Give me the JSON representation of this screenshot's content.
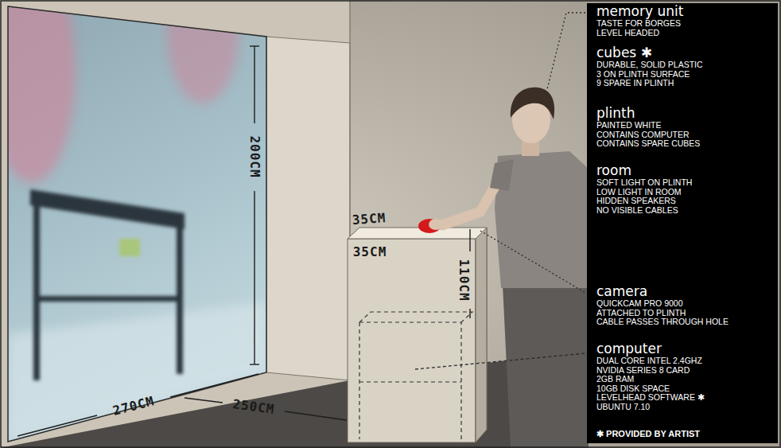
{
  "diagram": {
    "nodes": [
      {
        "text": [
          "✱ PROVIDED BY ARTIST"
        ]
      },
      {
        "text": [
          "memory unit",
          "TASTE FOR BORGES",
          "LEVEL HEADED"
        ],
        "in": 0
      },
      {
        "text": [
          "cubes ✱",
          "DURABLE, SOLID PLASTIC",
          "3 ON PLINTH SURFACE",
          "9 SPARE IN PLINTH"
        ],
        "in": 0
      },
      {
        "text": [
          "plinth",
          "PAINTED WHITE",
          "CONTAINS COMPUTER",
          "CONTAINS SPARE CUBES"
        ],
        "in": 0
      },
      {
        "text": [
          "room",
          "SOFT LIGHT ON PLINTH",
          "LOW LIGHT IN ROOM",
          "HIDDEN SPEAKERS",
          "NO VISIBLE CABLES"
        ],
        "in": 0
      },
      {
        "text": [
          "camera",
          "QUICKCAM PRO 9000",
          "ATTACHED TO PLINTH",
          "CABLE PASSES THROUGH HOLE"
        ],
        "in": 0
      },
      {
        "text": [
          "computer",
          "DUAL CORE INTEL 2.4GHZ",
          "NVIDIA SERIES 8 CARD",
          "2GB RAM",
          "10GB DISK SPACE",
          "LEVELHEAD SOFTWARE ✱",
          "UBUNTU 7.10"
        ],
        "in": 0
      }
    ],
    "edges": [],
    "labels": [
      "200CM",
      "35CM",
      "35CM",
      "110CM",
      "270CM",
      "250CM"
    ]
  }
}
